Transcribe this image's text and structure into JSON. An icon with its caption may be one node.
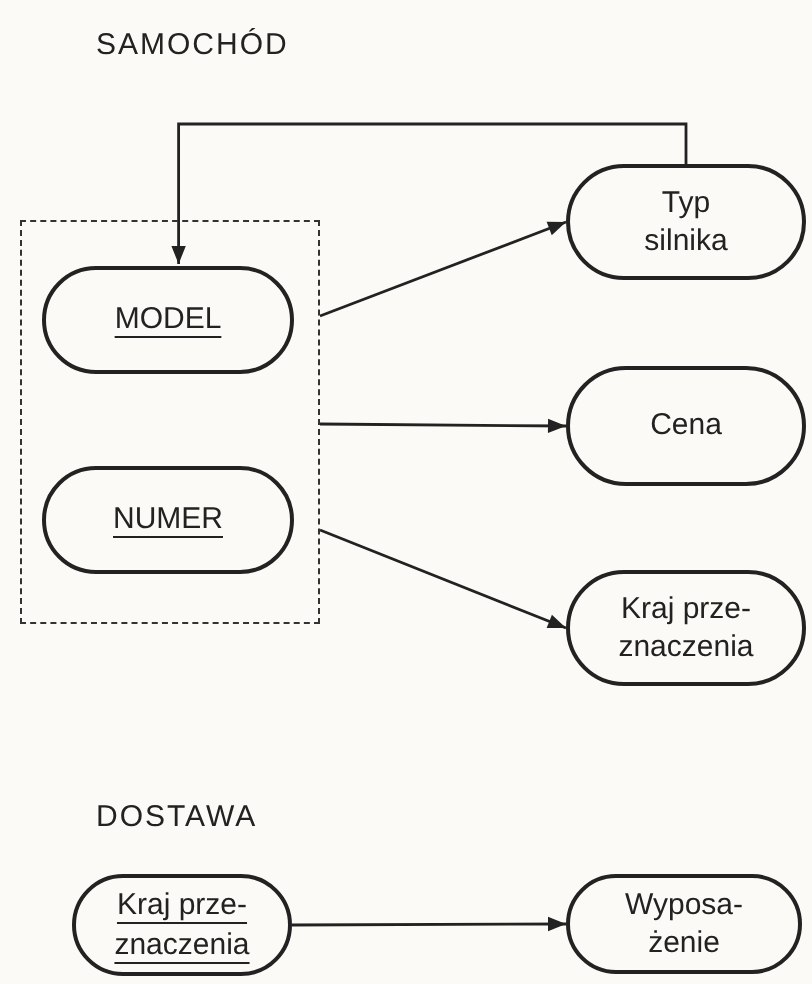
{
  "diagram": {
    "nodes": [
      {
        "text": [],
        "shape": "box"
      },
      {
        "text": [
          "MODEL"
        ],
        "in": 0
      },
      {
        "text": [
          "NUMER"
        ],
        "in": 0
      },
      {
        "text": [
          "Typ silnika"
        ]
      },
      {
        "text": [
          "Cena"
        ]
      },
      {
        "text": [
          "Kraj prze- znaczenia"
        ]
      },
      {
        "text": [
          "Kraj prze- znaczenia"
        ]
      },
      {
        "text": [
          "Wyposa- żenie"
        ]
      }
    ],
    "edges": [
      {
        "from": 3,
        "to": 1,
        "arrow": "to"
      },
      {
        "from": 0,
        "to": 3,
        "arrow": "to"
      },
      {
        "from": 0,
        "to": 4,
        "arrow": "to"
      },
      {
        "from": 0,
        "to": 5,
        "arrow": "to"
      },
      {
        "from": 6,
        "to": 7,
        "arrow": "to"
      }
    ],
    "labels": [
      "SAMOCHÓD",
      "DOSTAWA"
    ]
  }
}
